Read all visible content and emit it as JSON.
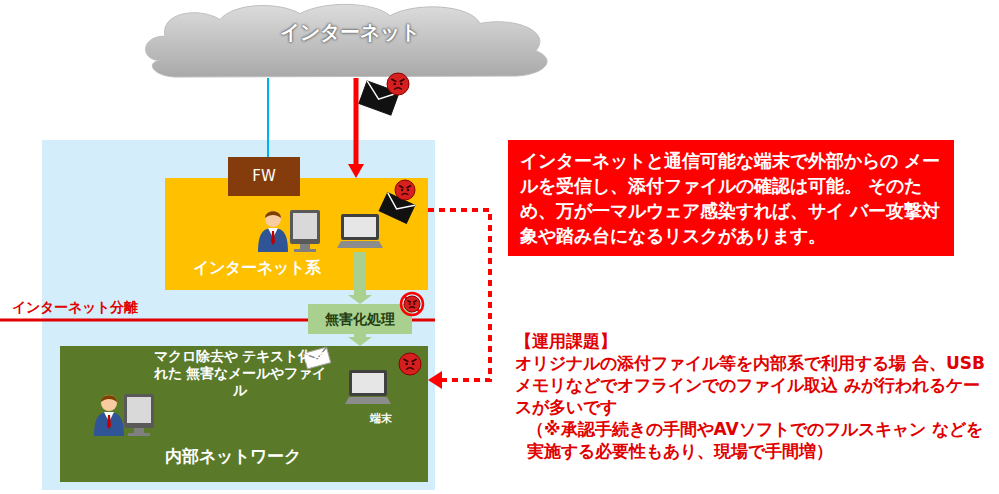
{
  "diagram": {
    "nodes": [
      {
        "text": [
          "インターネット"
        ]
      },
      {
        "text": [
          "FW"
        ]
      },
      {
        "text": [
          "インターネット系"
        ]
      },
      {
        "text": [
          "無害化処理"
        ]
      },
      {
        "text": [
          "マクロ除去や テキスト化された 無害なメールやファイル",
          "端末",
          "内部ネットワーク"
        ]
      },
      {
        "text": [
          "インターネットと通信可能な端末で外部からの メールを受信し、添付ファイルの確認は可能。 そのため、万が一マルウェア感染すれば、サイ バー攻撃対象や踏み台になるリスクがあります。"
        ]
      }
    ],
    "edges": [
      {
        "from": 0,
        "to": 1,
        "arrow": "none"
      },
      {
        "from": 0,
        "to": 2,
        "arrow": "to"
      },
      {
        "from": 2,
        "to": 3,
        "arrow": "to"
      },
      {
        "from": 3,
        "to": 4,
        "arrow": "to"
      },
      {
        "from": 2,
        "to": 4,
        "arrow": "to"
      }
    ],
    "labels": [
      "インターネット分離",
      "【運用課題】",
      "オリジナルの添付ファイル等を内部系で利用する場 合、USBメモリなどでオフラインでのファイル取込 みが行われるケースが多いです",
      "（※承認手続きの手間やAVソフトでのフルスキャン などを実施する必要性もあり、現場で手間増）"
    ]
  }
}
